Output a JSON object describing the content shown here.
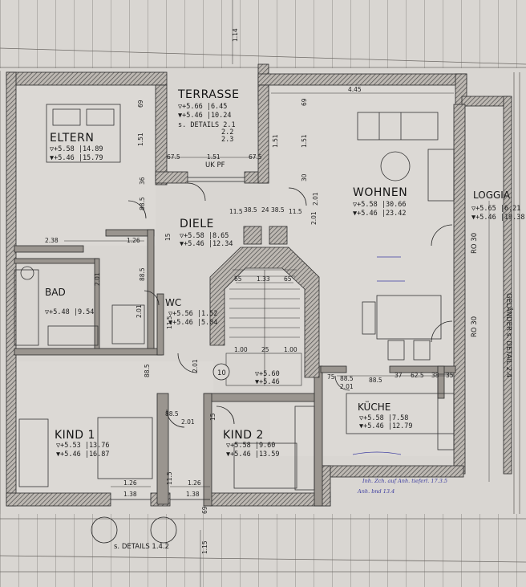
{
  "rooms": {
    "terrasse": {
      "name": "TERRASSE",
      "line1": "▽+5.66 |6.45",
      "line2": "▼+5.46 |10.24",
      "line3": "s. DETAILS 2.1",
      "line4": "2.2",
      "line5": "2.3"
    },
    "eltern": {
      "name": "ELTERN",
      "line1": "▽+5.58 |14.89",
      "line2": "▼+5.46 |15.79"
    },
    "wohnen": {
      "name": "WOHNEN",
      "line1": "▽+5.58 |30.66",
      "line2": "▼+5.46 |23.42"
    },
    "loggia": {
      "name": "LOGGIA",
      "line1": "▽+5.65 |6.21",
      "line2": "▼+5.46 |19.38"
    },
    "diele": {
      "name": "DIELE",
      "line1": "▽+5.58 |8.65",
      "line2": "▼+5.46 |12.34"
    },
    "bad": {
      "name": "BAD",
      "line1": "▽+5.48 |9.54"
    },
    "wc": {
      "name": "WC",
      "line1": "▽+5.56 |1.52",
      "line2": "▼+5.46 |5.04"
    },
    "kind1": {
      "name": "KIND 1",
      "line1": "▽+5.53 |13.76",
      "line2": "▼+5.46 |16.87"
    },
    "kind2": {
      "name": "KIND 2",
      "line1": "▽+5.58 |9.60",
      "line2": "▼+5.46 |13.59"
    },
    "kueche": {
      "name": "KÜCHE",
      "line1": "▽+5.58 |7.58",
      "line2": "▼+5.46 |12.79"
    },
    "stair": {
      "line1": "▽+5.60",
      "line2": "▼+5.46"
    }
  },
  "labels": {
    "uk_pf": "UK PF",
    "stair_number": "10",
    "details_bottom": "s. DETAILS  1.4.2",
    "gelaender": "GELÄNDER s. DETAIL 2.4",
    "ro30_a": "RO 30",
    "ro30_b": "RO 30",
    "hand_note_1": "Inh. Zch. auf Anh. tieferl.  17.3.5",
    "hand_note_2": "Anh. bnd  13.4"
  },
  "dims": {
    "d_114": "1.14",
    "d_69_t": "69",
    "d_151_t": "1.51",
    "d_675_l": "67.5",
    "d_151_door": "1.51",
    "d_675_r": "67.5",
    "d_69_w": "69",
    "d_151_w": "1.51",
    "d_445": "4.45",
    "d_151_e": "1.51",
    "d_30_a": "30",
    "d_201_a": "2.01",
    "d_885_a": "88.5",
    "d_36": "36",
    "d_115_a": "11.5",
    "d_385": "38.5",
    "d_24": "24",
    "d_385_b": "38.5",
    "d_115_b": "11.5",
    "d_201_b": "2.01",
    "d_238": "2.38",
    "d_126_a": "1.26",
    "d_15": "15",
    "d_65": "65",
    "d_133": "1.33",
    "d_65_b": "65",
    "d_201_bad": "2.01",
    "d_885_b": "88.5",
    "d_201_wc": "2.01",
    "d_100_a": "1.00",
    "d_25": "25",
    "d_100_b": "1.00",
    "d_115_c": "11.5",
    "d_201_c": "2.01",
    "d_885_c": "88.5",
    "d_885_k": "88.5",
    "d_15_k": "15",
    "d_201_k2": "2.01",
    "d_885_d": "88.5",
    "d_201_d": "2.01",
    "d_126_b": "1.26",
    "d_115_d": "11.5",
    "d_126_c": "1.26",
    "d_138_a": "1.38",
    "d_138_b": "1.38",
    "d_69_b": "69",
    "d_115_bot": "1.15",
    "d_75": "75",
    "d_885_e": "88.5",
    "d_37": "37",
    "d_625": "62.5",
    "d_38": "38",
    "d_35": "35"
  },
  "colors": {
    "paper": "#d9d6d2",
    "wall": "#2a2a2a",
    "hatch": "#555555",
    "ink": "#151515",
    "hand": "#3b3ba0"
  }
}
